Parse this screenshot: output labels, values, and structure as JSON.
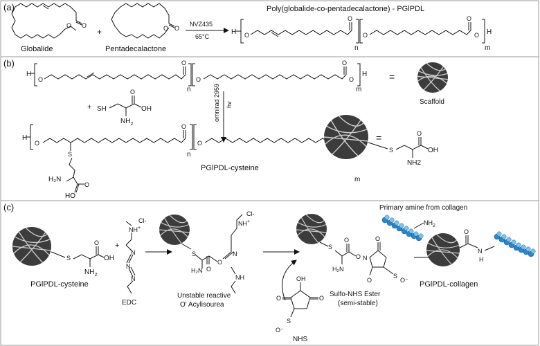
{
  "panels": {
    "a": {
      "letter": "(a)",
      "title": "Poly(globalide-co-pentadecalactone) - PGlPDL",
      "reactant1": "Globalide",
      "plus": "+",
      "reactant2": "Pentadecalactone",
      "catalyst": "NVZ435",
      "temperature": "65°C",
      "atoms": {
        "H_left": "H",
        "H_right": "H",
        "O": "O",
        "n": "n",
        "m": "m"
      }
    },
    "b": {
      "letter": "(b)",
      "equals": "=",
      "scaffold_label": "Scaffold",
      "plus": "+",
      "arrow_label_1": "omnirad 2959",
      "arrow_label_2": "hv",
      "product_label": "PGlPDL-cysteine",
      "atoms": {
        "H": "H",
        "O": "O",
        "OH": "OH",
        "SH": "SH",
        "NH2": "NH",
        "NH2_sub": "2",
        "S": "S",
        "H2N": "H₂N",
        "HO": "HO",
        "NH2_plain": "NH2",
        "n": "n",
        "m": "m"
      }
    },
    "c": {
      "letter": "(c)",
      "reactant_label": "PGlPDL-cysteine",
      "plus": "+",
      "edc_label": "EDC",
      "intermediate_line1": "Unstable reactive",
      "intermediate_line2": "O' Acylisourea",
      "nhs_label": "NHS",
      "ester_line1": "Sulfo-NHS Ester",
      "ester_line2": "(semi-stable)",
      "collagen_title": "Primary amine from collagen",
      "final_label": "PGlPDL-collagen",
      "atoms": {
        "S": "S",
        "OH": "OH",
        "NH2": "NH",
        "NH2_sub": "2",
        "H2N": "H₂N",
        "Cl": "Cl-",
        "NHplus": "NH",
        "plus_sign": "+",
        "N": "N",
        "O": "O",
        "NH": "NH",
        "H": "H",
        "SO3": "S",
        "Ominus": "O⁻",
        "OH_nhs": "OH"
      }
    }
  },
  "colors": {
    "scaffold": "#3c3c3c",
    "fiber": "#cfcfcf",
    "collagen": "#2a86c8",
    "collagen_light": "#7cc4ee",
    "border": "#999999"
  }
}
